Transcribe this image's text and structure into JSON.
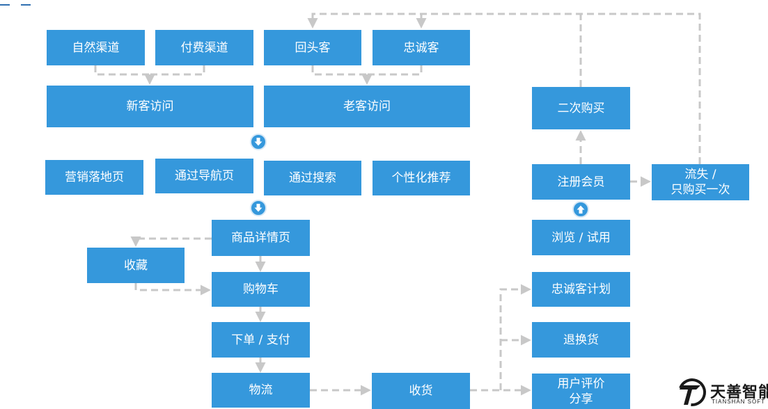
{
  "nodes": {
    "natural_channel": "自然渠道",
    "paid_channel": "付费渠道",
    "returning_customer": "回头客",
    "loyal_customer": "忠诚客",
    "new_visit": "新客访问",
    "old_visit": "老客访问",
    "marketing_landing": "营销落地页",
    "via_navigation": "通过导航页",
    "via_search": "通过搜索",
    "personalized_recommend": "个性化推荐",
    "product_detail": "商品详情页",
    "favorite": "收藏",
    "cart": "购物车",
    "order_pay": "下单 / 支付",
    "logistics": "物流",
    "receive": "收货",
    "loyalty_plan": "忠诚客计划",
    "return_exchange": "退换货",
    "review_share": "用户评价\n分享",
    "browse_trial": "浏览 / 试用",
    "register_member": "注册会员",
    "repurchase": "二次购买",
    "churn_once": "流失 /\n只购买一次"
  },
  "logo": {
    "name": "天善智能",
    "sub": "TIANSHAN SOFT"
  },
  "colors": {
    "box": "#3598dc",
    "connector": "#c8c8c8",
    "text": "#ffffff"
  },
  "icons": {
    "step_down": "arrow-down-circle-icon",
    "step_up": "arrow-up-circle-icon"
  }
}
